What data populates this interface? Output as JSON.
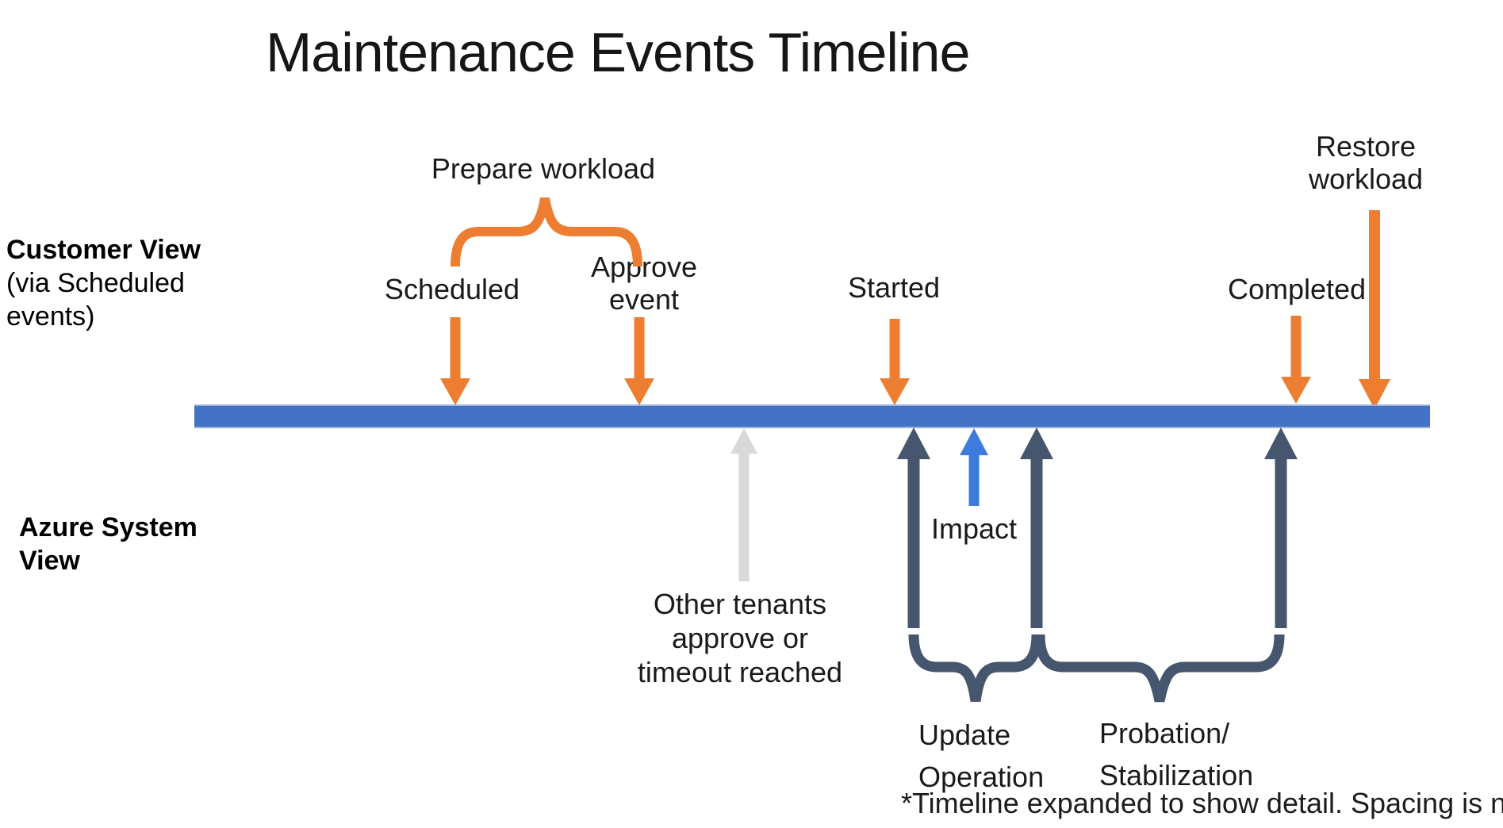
{
  "title": "Maintenance Events Timeline",
  "colors": {
    "orange": "#ED7D31",
    "timeline_blue": "#4472C4",
    "impact_blue": "#3D7BDC",
    "dark_navy": "#46566E",
    "gray": "#D9D9D9",
    "text": "#111111"
  },
  "left_labels": {
    "customer_view_heading": "Customer View",
    "customer_view_line2": "(via Scheduled",
    "customer_view_line3": "events)",
    "azure_view_line1": "Azure System",
    "azure_view_line2": "View"
  },
  "customer_events": {
    "prepare_workload": "Prepare workload",
    "scheduled": "Scheduled",
    "approve_line1": "Approve",
    "approve_line2": "event",
    "started": "Started",
    "completed": "Completed",
    "restore_line1": "Restore",
    "restore_line2": "workload"
  },
  "system_events": {
    "other_tenants_line1": "Other tenants",
    "other_tenants_line2": "approve or",
    "other_tenants_line3": "timeout reached",
    "impact": "Impact",
    "update_operation_line1": "Update",
    "update_operation_line2": "Operation",
    "probation_line1": "Probation/",
    "probation_line2": "Stabilization"
  },
  "footnote": "*Timeline expanded to show detail. Spacing is not to scale"
}
